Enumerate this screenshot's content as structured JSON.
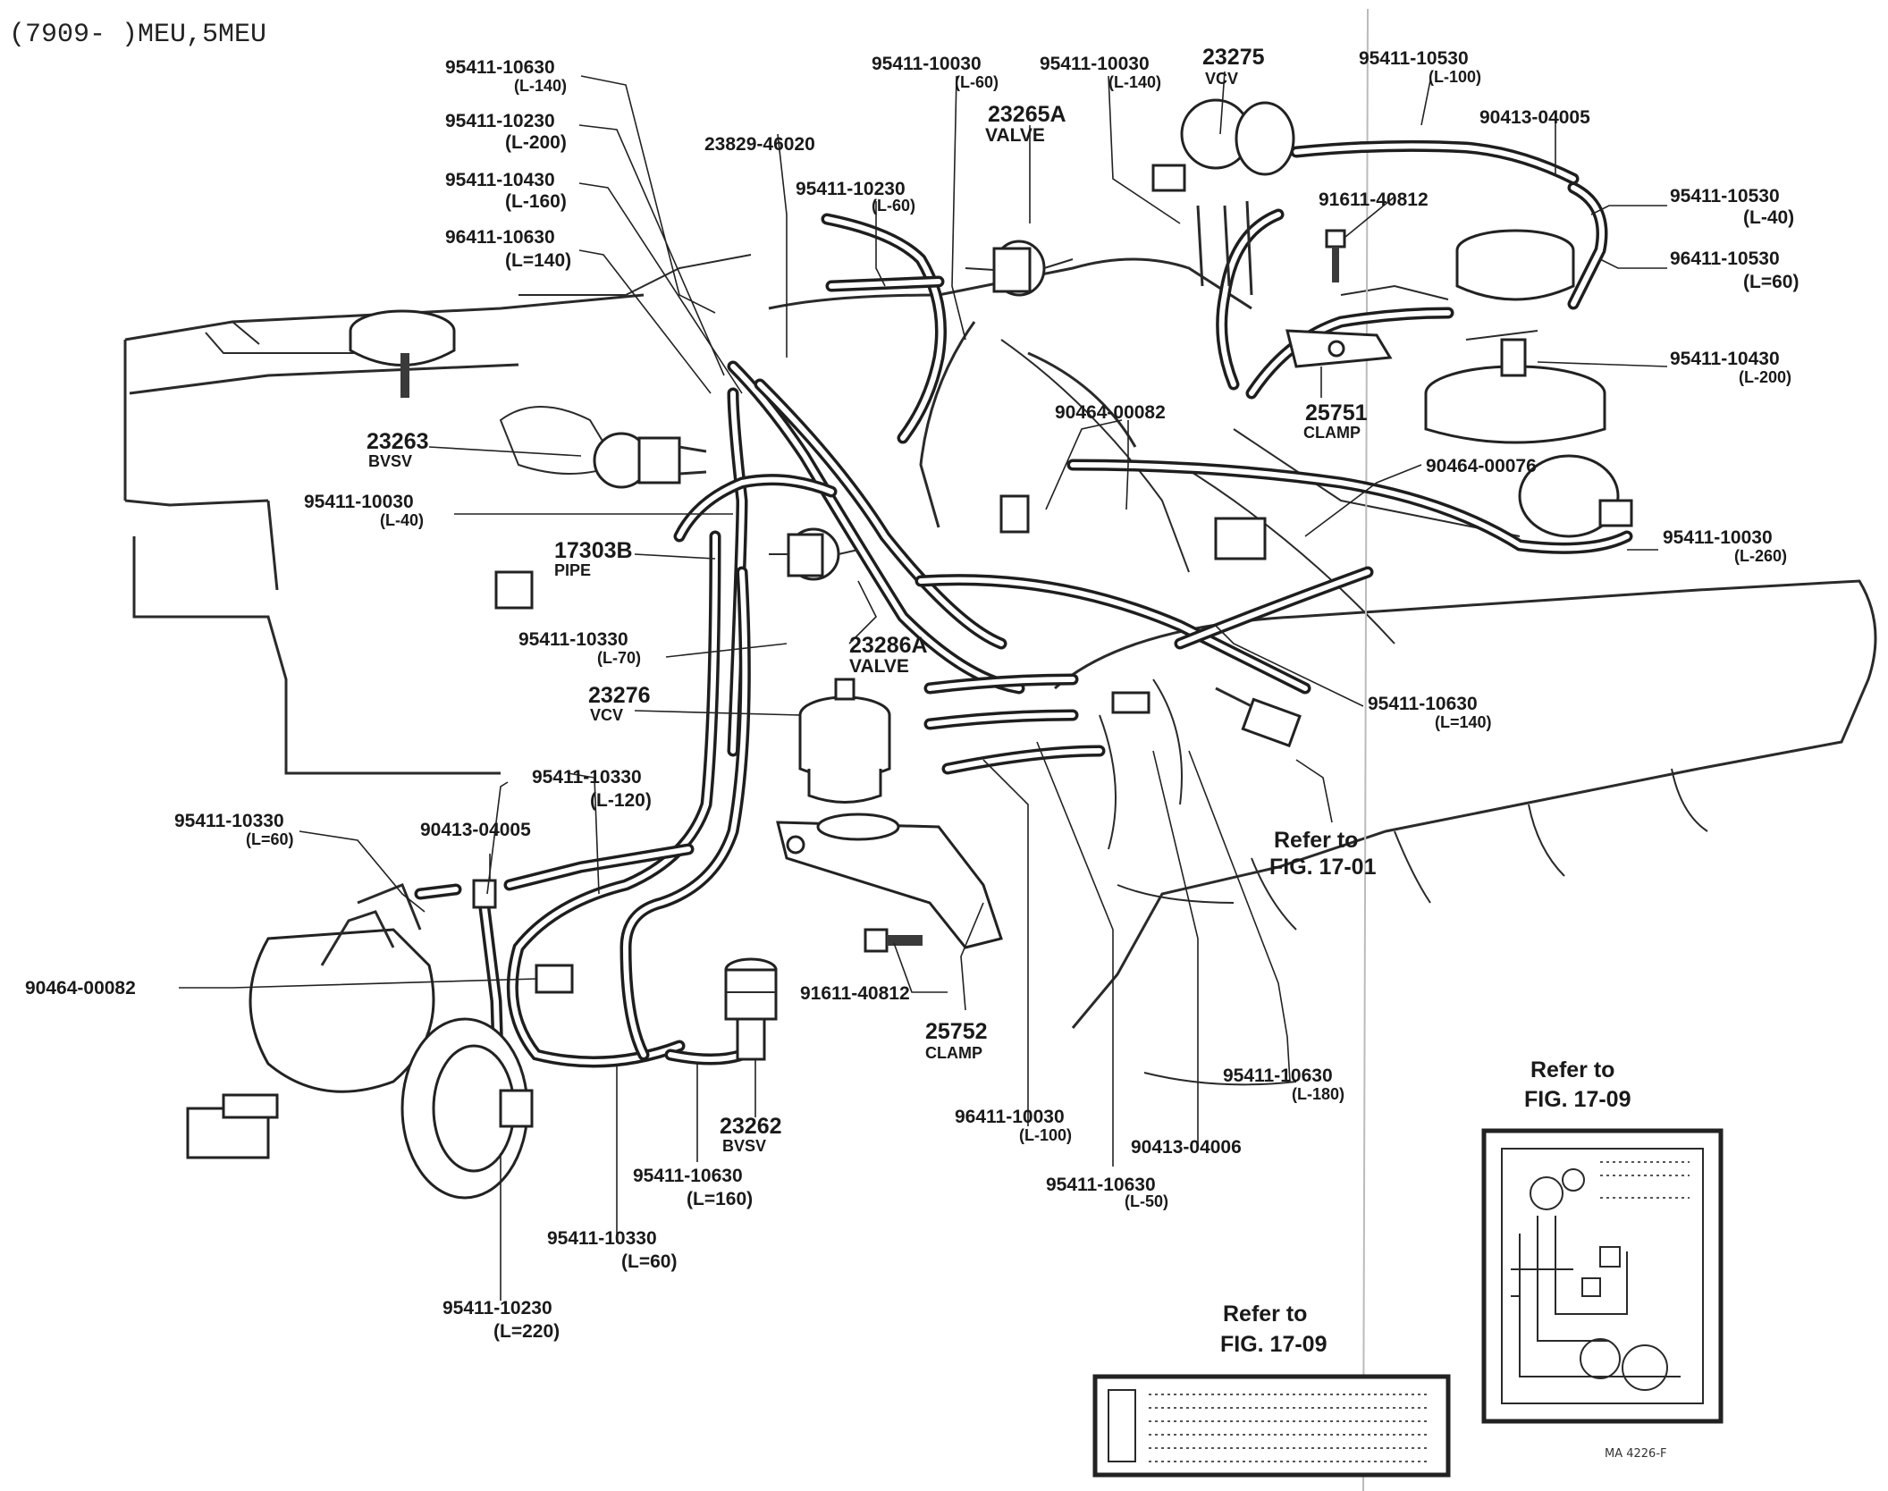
{
  "header": "(7909-     )MEU,5MEU",
  "labels": {
    "l01": {
      "pn": "95411-10630",
      "sub": "(L-140)"
    },
    "l02": {
      "pn": "95411-10230",
      "sub": "(L-200)"
    },
    "l03": {
      "pn": "95411-10430",
      "sub": "(L-160)"
    },
    "l04": {
      "pn": "96411-10630",
      "sub": "(L=140)"
    },
    "l05": {
      "pn": "23829-46020"
    },
    "l06": {
      "pn": "95411-10230",
      "sub": "(L-60)"
    },
    "l07": {
      "pn": "95411-10030",
      "sub": "(L-60)"
    },
    "l08": {
      "pn": "95411-10030",
      "sub": "(L-140)"
    },
    "l09": {
      "pn": "23275",
      "sub": "VCV"
    },
    "l10": {
      "pn": "23265A",
      "sub": "VALVE"
    },
    "l11": {
      "pn": "95411-10530",
      "sub": "(L-100)"
    },
    "l12": {
      "pn": "90413-04005"
    },
    "l13": {
      "pn": "91611-40812"
    },
    "l14": {
      "pn": "95411-10530",
      "sub": "(L-40)"
    },
    "l15": {
      "pn": "96411-10530",
      "sub": "(L=60)"
    },
    "l16": {
      "pn": "95411-10430",
      "sub": "(L-200)"
    },
    "l17": {
      "pn": "25751",
      "sub": "CLAMP"
    },
    "l18": {
      "pn": "90464-00082"
    },
    "l19": {
      "pn": "23263",
      "sub": "BVSV"
    },
    "l20": {
      "pn": "95411-10030",
      "sub": "(L-40)"
    },
    "l21": {
      "pn": "90464-00076"
    },
    "l22": {
      "pn": "17303B",
      "sub": "PIPE"
    },
    "l23": {
      "pn": "95411-10030",
      "sub": "(L-260)"
    },
    "l24": {
      "pn": "95411-10330",
      "sub": "(L-70)"
    },
    "l25": {
      "pn": "23286A",
      "sub": "VALVE"
    },
    "l26": {
      "pn": "23276",
      "sub": "VCV"
    },
    "l27": {
      "pn": "95411-10630",
      "sub": "(L=140)"
    },
    "l28": {
      "pn": "95411-10330",
      "sub": "(L-120)"
    },
    "l29": {
      "pn": "95411-10330",
      "sub": "(L=60)"
    },
    "l30": {
      "pn": "90413-04005"
    },
    "l31": {
      "pn": "Refer to",
      "sub": "FIG. 17-01"
    },
    "l32": {
      "pn": "90464-00082"
    },
    "l33": {
      "pn": "91611-40812"
    },
    "l34": {
      "pn": "25752",
      "sub": "CLAMP"
    },
    "l35": {
      "pn": "95411-10630",
      "sub": "(L-180)"
    },
    "l36": {
      "pn": "23262",
      "sub": "BVSV"
    },
    "l37": {
      "pn": "96411-10030",
      "sub": "(L-100)"
    },
    "l38": {
      "pn": "90413-04006"
    },
    "l39": {
      "pn": "95411-10630",
      "sub": "(L-50)"
    },
    "l40": {
      "pn": "95411-10630",
      "sub": "(L=160)"
    },
    "l41": {
      "pn": "95411-10330",
      "sub": "(L=60)"
    },
    "l42": {
      "pn": "95411-10230",
      "sub": "(L=220)"
    },
    "l43": {
      "pn": "Refer to",
      "sub": "FIG. 17-09"
    },
    "l44": {
      "pn": "Refer to",
      "sub": "FIG. 17-09"
    }
  },
  "footer_code": "MA 4226-F"
}
